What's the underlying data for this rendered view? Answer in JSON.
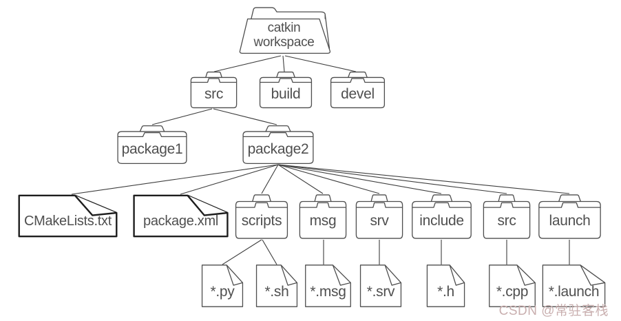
{
  "diagram": {
    "description": "catkin workspace directory tree",
    "colors": {
      "background": "#ffffff",
      "line": "#3d3d3d",
      "icon_stroke": "#4d4d4d",
      "bold_file_stroke": "#1d1d1d",
      "text": "#4f4f4f",
      "watermark": "#c9afaf"
    }
  },
  "watermark": {
    "text": "CSDN @常驻客栈"
  },
  "nodes": [
    {
      "id": "catkin-workspace",
      "label": "catkin\nworkspace",
      "type": "open-folder",
      "parent": null
    },
    {
      "id": "src",
      "label": "src",
      "type": "folder",
      "parent": "catkin-workspace"
    },
    {
      "id": "build",
      "label": "build",
      "type": "folder",
      "parent": "catkin-workspace"
    },
    {
      "id": "devel",
      "label": "devel",
      "type": "folder",
      "parent": "catkin-workspace"
    },
    {
      "id": "package1",
      "label": "package1",
      "type": "folder",
      "parent": "src"
    },
    {
      "id": "package2",
      "label": "package2",
      "type": "folder",
      "parent": "src"
    },
    {
      "id": "cmakelists-txt",
      "label": "CMakeLists.txt",
      "type": "file-bold",
      "parent": "package2"
    },
    {
      "id": "package-xml",
      "label": "package.xml",
      "type": "file-bold",
      "parent": "package2"
    },
    {
      "id": "scripts",
      "label": "scripts",
      "type": "folder",
      "parent": "package2"
    },
    {
      "id": "msg",
      "label": "msg",
      "type": "folder",
      "parent": "package2"
    },
    {
      "id": "srv",
      "label": "srv",
      "type": "folder",
      "parent": "package2"
    },
    {
      "id": "include",
      "label": "include",
      "type": "folder",
      "parent": "package2"
    },
    {
      "id": "src-pkg",
      "label": "src",
      "type": "folder",
      "parent": "package2"
    },
    {
      "id": "launch",
      "label": "launch",
      "type": "folder",
      "parent": "package2"
    },
    {
      "id": "py-files",
      "label": "*.py",
      "type": "file",
      "parent": "scripts"
    },
    {
      "id": "sh-files",
      "label": "*.sh",
      "type": "file",
      "parent": "scripts"
    },
    {
      "id": "msg-files",
      "label": "*.msg",
      "type": "file",
      "parent": "msg"
    },
    {
      "id": "srv-files",
      "label": "*.srv",
      "type": "file",
      "parent": "srv"
    },
    {
      "id": "h-files",
      "label": "*.h",
      "type": "file",
      "parent": "include"
    },
    {
      "id": "cpp-files",
      "label": "*.cpp",
      "type": "file",
      "parent": "src-pkg"
    },
    {
      "id": "launch-files",
      "label": "*.launch",
      "type": "file",
      "parent": "launch"
    }
  ]
}
